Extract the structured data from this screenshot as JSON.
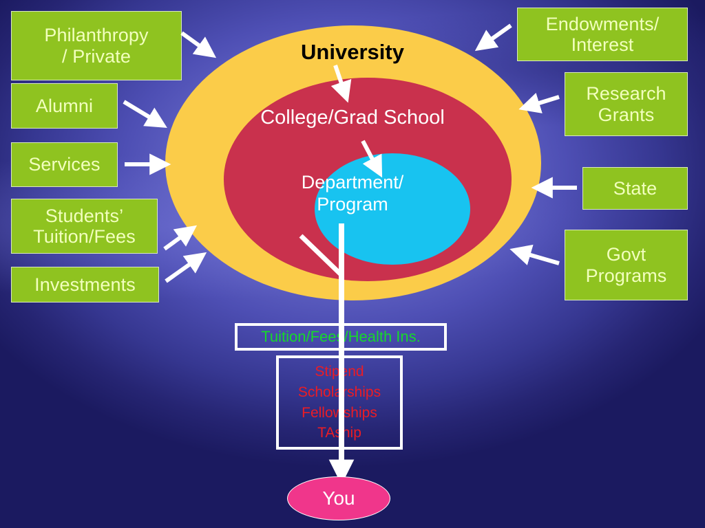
{
  "slide": {
    "background_color": "#3a3a95",
    "accent_green": "#8fc320",
    "ring_colors": {
      "outer": "#fbcc49",
      "middle": "#c9314d",
      "inner": "#18c3f0",
      "you": "#f0368b"
    }
  },
  "rings": [
    {
      "id": "university",
      "label": "University",
      "color": "#fbcc49",
      "text_color": "#000000"
    },
    {
      "id": "college",
      "label": "College/Grad School",
      "color": "#c9314d",
      "text_color": "#ffffff"
    },
    {
      "id": "department",
      "label": "Department/\nProgram",
      "color": "#18c3f0",
      "text_color": "#ffffff"
    }
  ],
  "left_sources": [
    {
      "id": "philanthropy",
      "label": "Philanthropy\n/ Private"
    },
    {
      "id": "alumni",
      "label": "Alumni"
    },
    {
      "id": "services",
      "label": "Services"
    },
    {
      "id": "students-tuition-fees",
      "label": "Students’\nTuition/Fees"
    },
    {
      "id": "investments",
      "label": "Investments"
    }
  ],
  "right_sources": [
    {
      "id": "endowments-interest",
      "label": "Endowments/\nInterest"
    },
    {
      "id": "research-grants",
      "label": "Research\nGrants"
    },
    {
      "id": "state",
      "label": "State"
    },
    {
      "id": "govt-programs",
      "label": "Govt\nPrograms"
    }
  ],
  "outflow": {
    "tuition": {
      "label": "Tuition/Fees/Health Ins.",
      "text_color": "#16d92a"
    },
    "awards": {
      "label": "Stipend\nScholarships\nFellowships\nTAship",
      "text_color": "#ec1c24"
    }
  },
  "target": {
    "id": "you",
    "label": "You",
    "color": "#f0368b",
    "text_color": "#ffffff"
  },
  "icons": {
    "arrow": "arrow-icon",
    "flow_arrow": "down-flow-arrow-icon"
  }
}
